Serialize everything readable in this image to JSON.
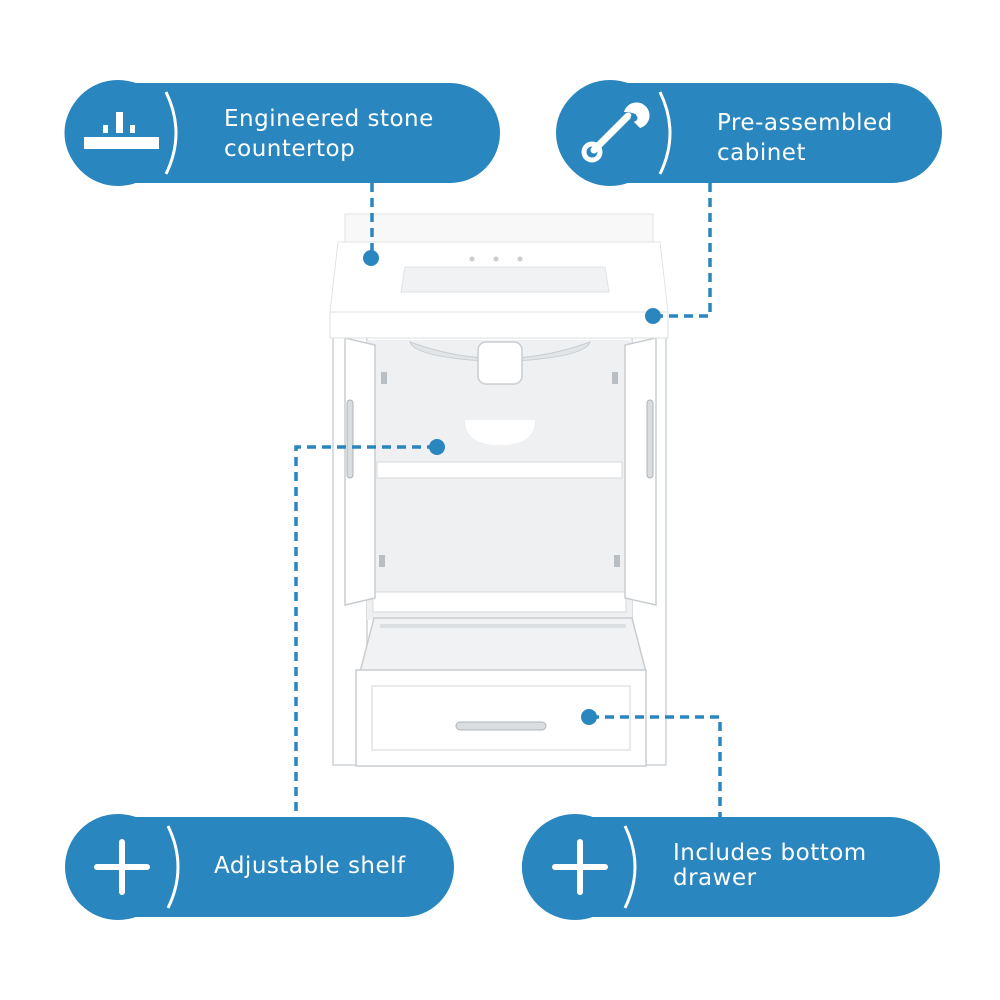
{
  "theme": {
    "accent": "#2a86bf",
    "accent_dark": "#1e74ab",
    "product_white": "#ffffff",
    "product_shade": "#e9ebec",
    "product_outline": "#c9cdd0"
  },
  "callouts": {
    "countertop": {
      "icon": "countertop-icon",
      "line1": "Engineered stone",
      "line2": "countertop"
    },
    "cabinet": {
      "icon": "wrench-icon",
      "line1": "Pre-assembled",
      "line2": "cabinet"
    },
    "shelf": {
      "icon": "plus-icon",
      "line1": "Adjustable shelf"
    },
    "drawer": {
      "icon": "plus-icon",
      "line1": "Includes bottom",
      "line2": "drawer"
    }
  },
  "product": {
    "name": "bathroom-vanity-with-top",
    "doors_state": "open",
    "drawer_state": "open"
  }
}
